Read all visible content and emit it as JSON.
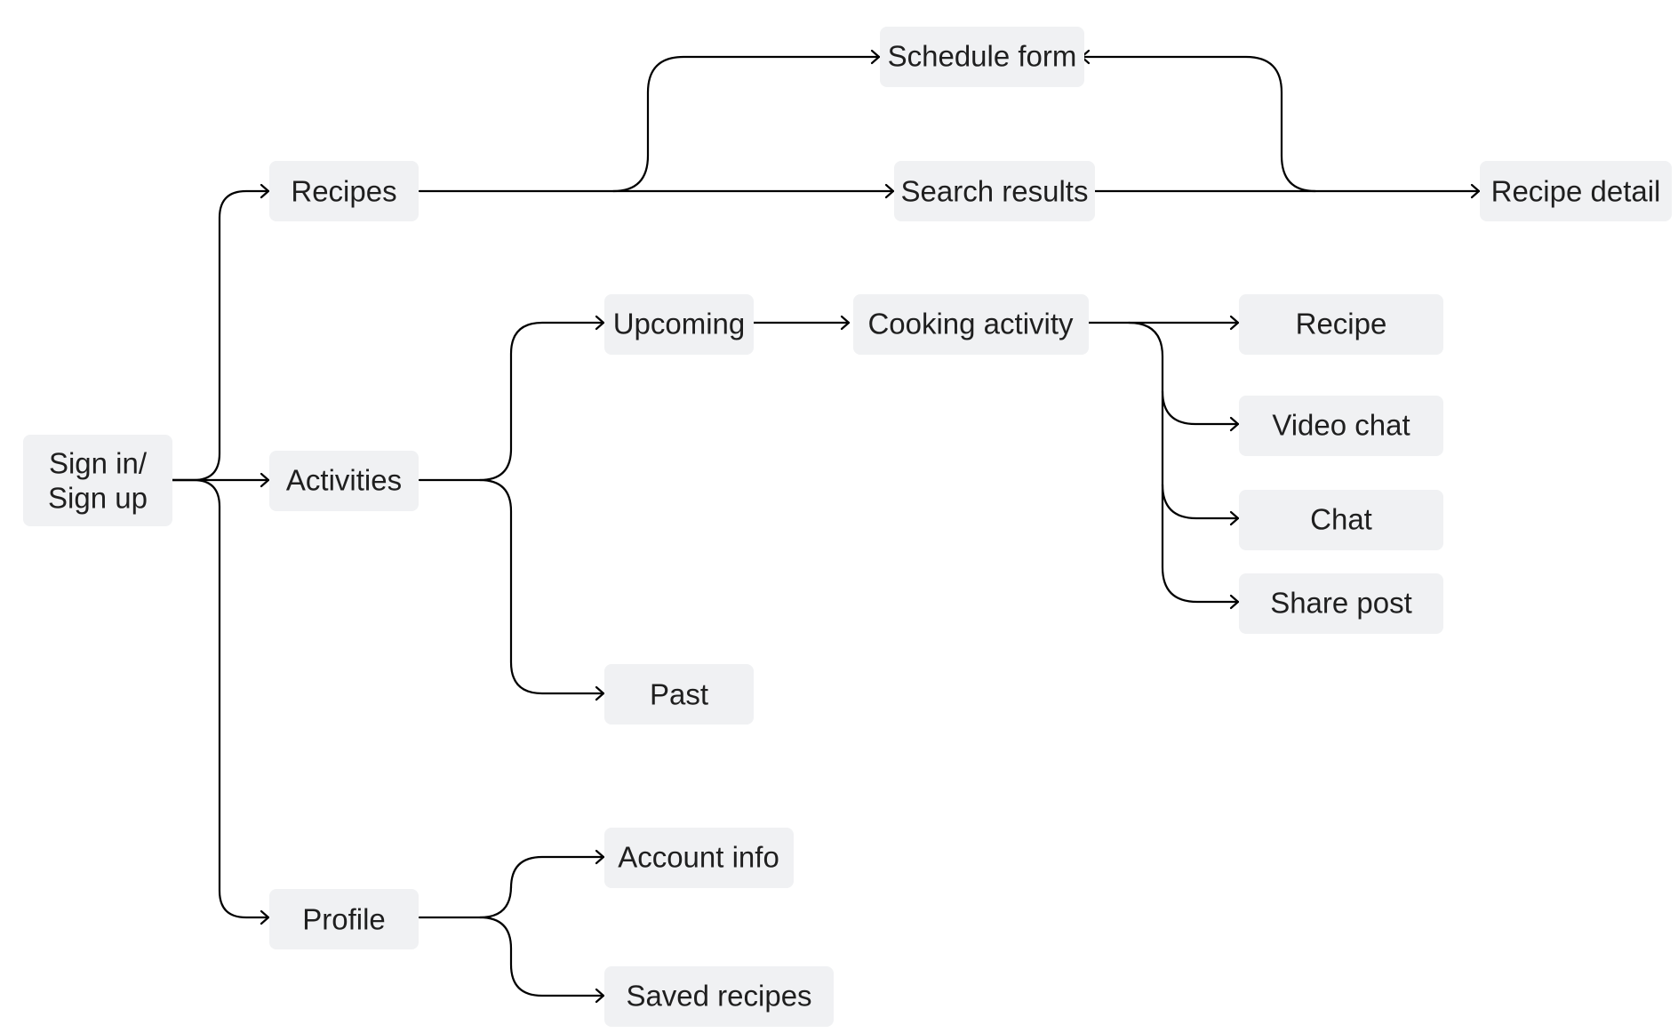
{
  "diagram": {
    "nodes": {
      "signin": {
        "lines": [
          "Sign in/",
          "Sign up"
        ]
      },
      "recipes": {
        "label": "Recipes"
      },
      "activities": {
        "label": "Activities"
      },
      "profile": {
        "label": "Profile"
      },
      "schedule_form": {
        "label": "Schedule form"
      },
      "search_results": {
        "label": "Search results"
      },
      "recipe_detail": {
        "label": "Recipe detail"
      },
      "upcoming": {
        "label": "Upcoming"
      },
      "past": {
        "label": "Past"
      },
      "cooking_activity": {
        "label": "Cooking activity"
      },
      "recipe": {
        "label": "Recipe"
      },
      "video_chat": {
        "label": "Video chat"
      },
      "chat": {
        "label": "Chat"
      },
      "share_post": {
        "label": "Share post"
      },
      "account_info": {
        "label": "Account info"
      },
      "saved_recipes": {
        "label": "Saved recipes"
      }
    },
    "edges": [
      {
        "from": "signin",
        "to": "recipes"
      },
      {
        "from": "signin",
        "to": "activities"
      },
      {
        "from": "signin",
        "to": "profile"
      },
      {
        "from": "recipes",
        "to": "search_results"
      },
      {
        "from": "recipes",
        "to": "schedule_form"
      },
      {
        "from": "search_results",
        "to": "recipe_detail"
      },
      {
        "from": "recipe_detail",
        "to": "schedule_form"
      },
      {
        "from": "activities",
        "to": "upcoming"
      },
      {
        "from": "activities",
        "to": "past"
      },
      {
        "from": "upcoming",
        "to": "cooking_activity"
      },
      {
        "from": "cooking_activity",
        "to": "recipe"
      },
      {
        "from": "cooking_activity",
        "to": "video_chat"
      },
      {
        "from": "cooking_activity",
        "to": "chat"
      },
      {
        "from": "cooking_activity",
        "to": "share_post"
      },
      {
        "from": "profile",
        "to": "account_info"
      },
      {
        "from": "profile",
        "to": "saved_recipes"
      }
    ],
    "colors": {
      "node_fill": "#f0f1f3",
      "text": "#1f1f1f",
      "connector": "#000000",
      "background": "#ffffff"
    }
  }
}
